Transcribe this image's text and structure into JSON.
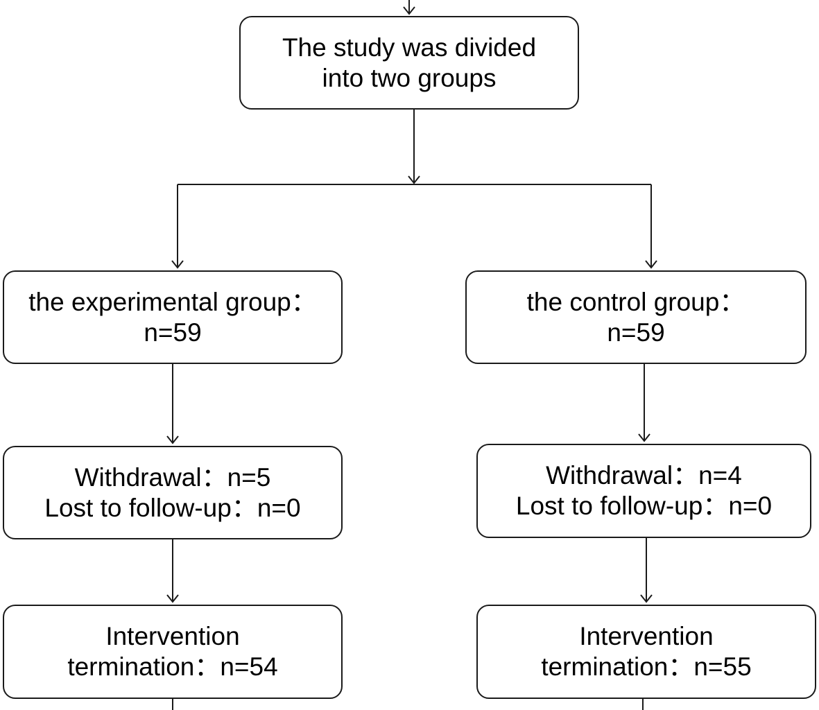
{
  "study_box": {
    "line1": "The study was divided",
    "line2": "into two groups"
  },
  "experimental": {
    "group": {
      "line1": "the experimental group：",
      "line2": "n=59"
    },
    "attrition": {
      "line1": "Withdrawal：n=5",
      "line2": "Lost to follow-up：n=0"
    },
    "termination": {
      "line1": "Intervention",
      "line2": "termination：n=54"
    }
  },
  "control": {
    "group": {
      "line1": "the control group：",
      "line2": "n=59"
    },
    "attrition": {
      "line1": "Withdrawal：n=4",
      "line2": "Lost to follow-up：n=0"
    },
    "termination": {
      "line1": "Intervention",
      "line2": "termination：n=55"
    }
  },
  "colors": {
    "line": "#1a1a1a",
    "background": "#ffffff"
  }
}
